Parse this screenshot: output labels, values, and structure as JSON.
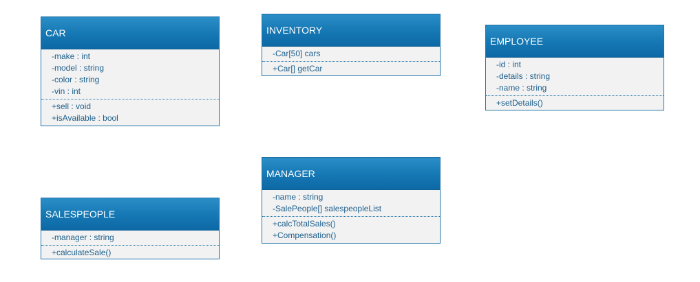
{
  "diagram": {
    "classes": [
      {
        "name": "CAR",
        "attributes": [
          "-make : int",
          "-model : string",
          "-color : string",
          "-vin : int"
        ],
        "operations": [
          "+sell : void",
          "+isAvailable : bool"
        ]
      },
      {
        "name": "INVENTORY",
        "attributes": [
          "-Car[50] cars"
        ],
        "operations": [
          "+Car[] getCar"
        ]
      },
      {
        "name": "EMPLOYEE",
        "attributes": [
          "-id : int",
          "-details : string",
          "-name : string"
        ],
        "operations": [
          "+setDetails()"
        ]
      },
      {
        "name": "SALESPEOPLE",
        "attributes": [
          "-manager : string"
        ],
        "operations": [
          "+calculateSale()"
        ]
      },
      {
        "name": "MANAGER",
        "attributes": [
          "-name : string",
          "-SalePeople[] salespeopleList"
        ],
        "operations": [
          "+calcTotalSales()",
          "+Compensation()"
        ]
      }
    ]
  },
  "colors": {
    "header_gradient_top": "#2b8ec6",
    "header_gradient_bottom": "#0d69a6",
    "border": "#1f73a8",
    "body_background": "#f2f2f2",
    "member_text": "#1d5f8c",
    "header_text": "#ffffff"
  }
}
